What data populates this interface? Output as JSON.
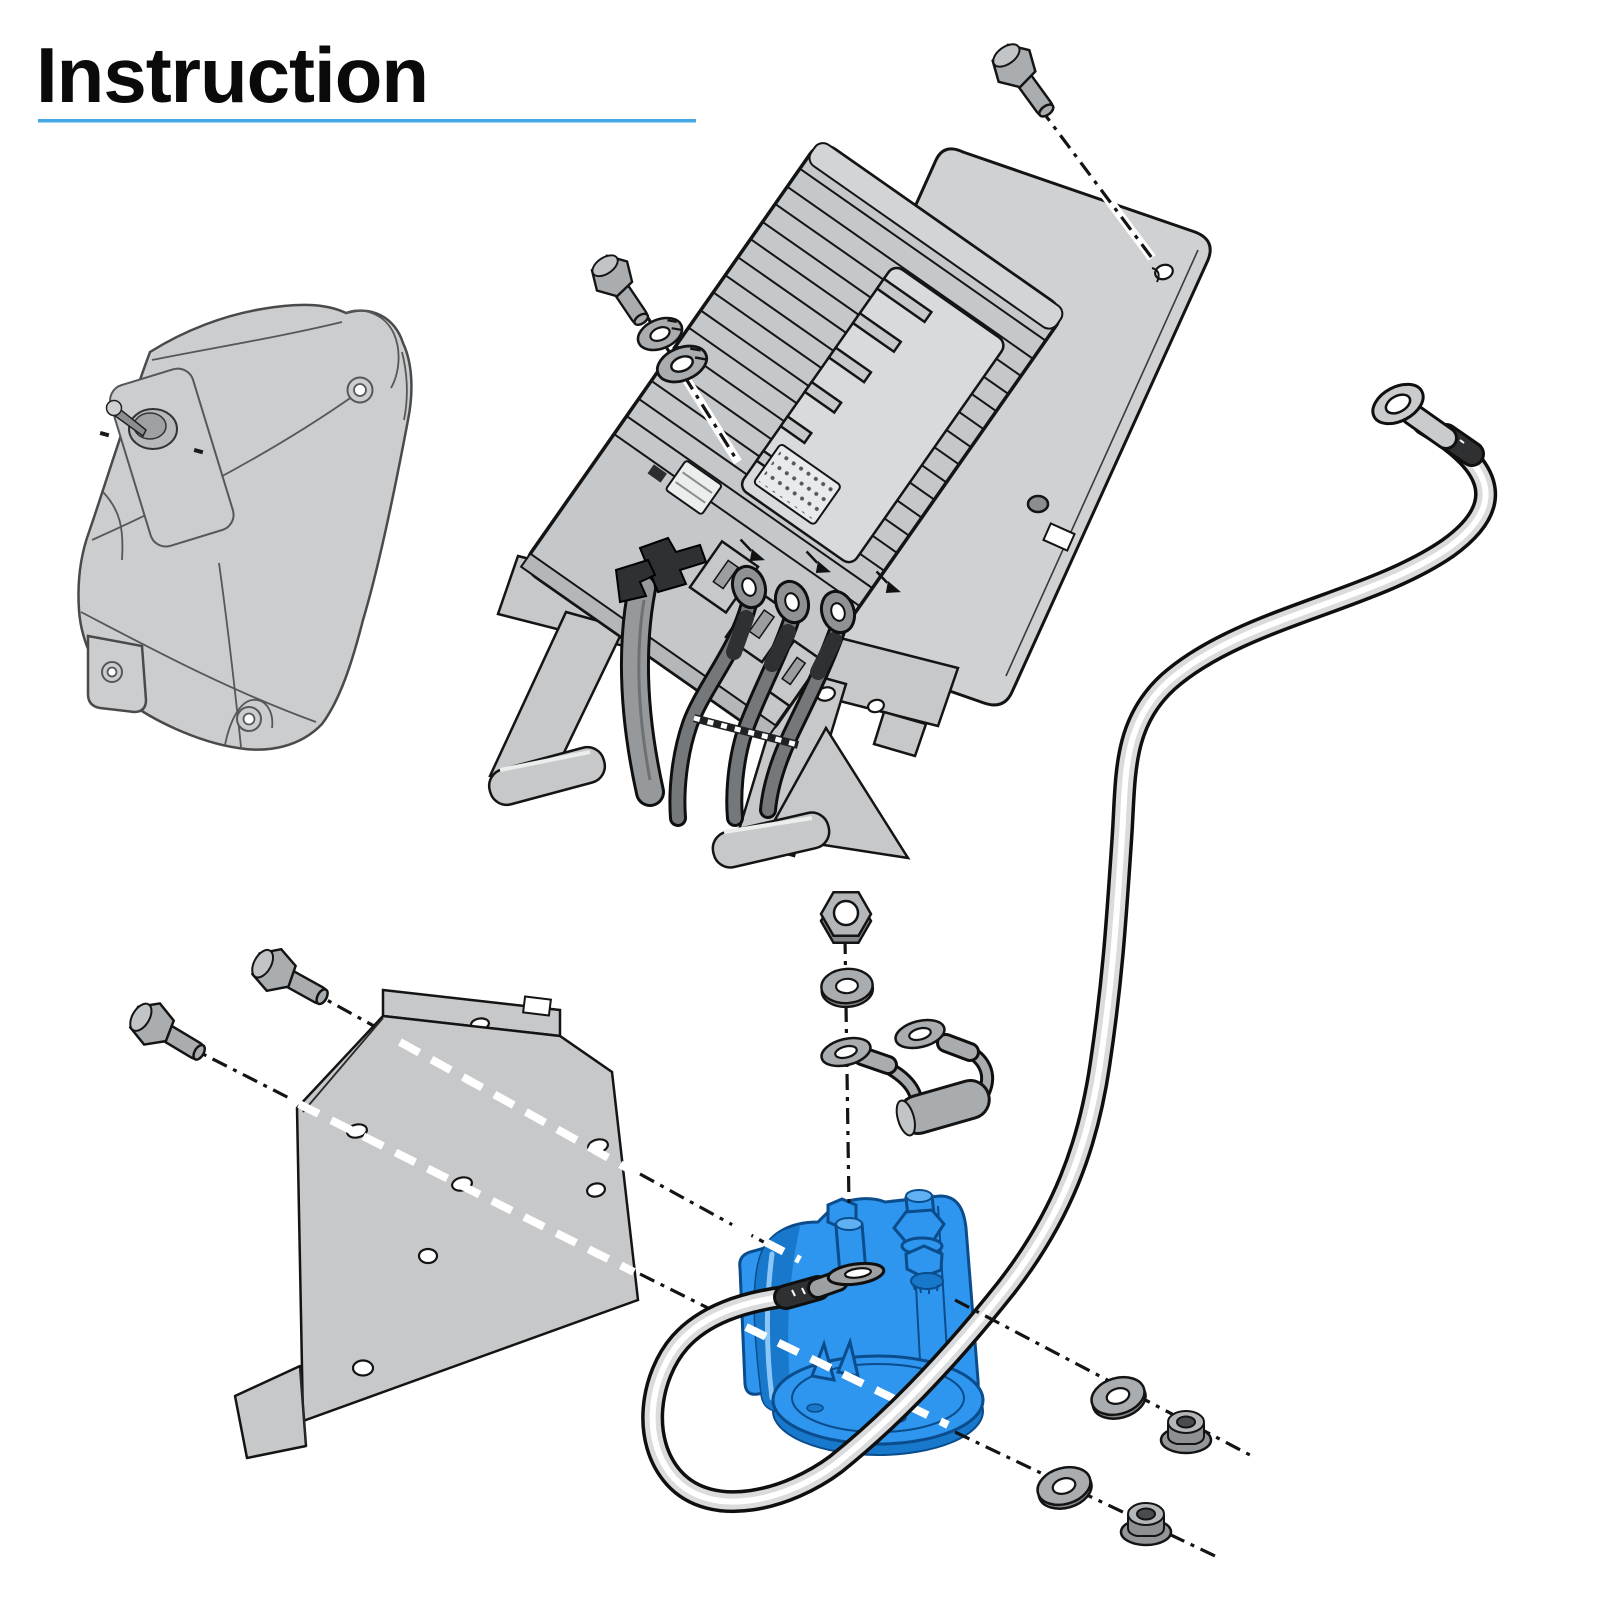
{
  "page": {
    "title": "Instruction",
    "background": "#ffffff",
    "title_color": "#0a0a0a",
    "underline_color": "#45a7e3"
  },
  "illustration": {
    "type": "exploded-assembly-diagram",
    "highlight_color": "#2E96EE",
    "outline_color": "#141414",
    "metal_color": "#c6c8ca",
    "parts": [
      {
        "id": "controller-cover",
        "name": "Controller cover with toggle switch"
      },
      {
        "id": "speed-controller",
        "name": "Finned speed controller on mounting plate"
      },
      {
        "id": "controller-bolts",
        "name": "Hex bolts with lock washers"
      },
      {
        "id": "power-cables",
        "name": "Power cables with ring terminals"
      },
      {
        "id": "battery-cable",
        "name": "Long battery cable with ring terminals"
      },
      {
        "id": "solenoid-bracket",
        "name": "Sheet-metal mounting bracket with bolt holes"
      },
      {
        "id": "bracket-bolts",
        "name": "Hex mounting bolts"
      },
      {
        "id": "solenoid",
        "name": "Solenoid highlighted in blue"
      },
      {
        "id": "jumper-wire",
        "name": "Jumper wire with ring terminals and resistor"
      },
      {
        "id": "hex-nut",
        "name": "Hex nut"
      },
      {
        "id": "flat-washers",
        "name": "Flat washers"
      },
      {
        "id": "flange-nuts",
        "name": "Flange nuts"
      },
      {
        "id": "guide-lines",
        "name": "Dash-dot alignment guide lines"
      }
    ]
  }
}
